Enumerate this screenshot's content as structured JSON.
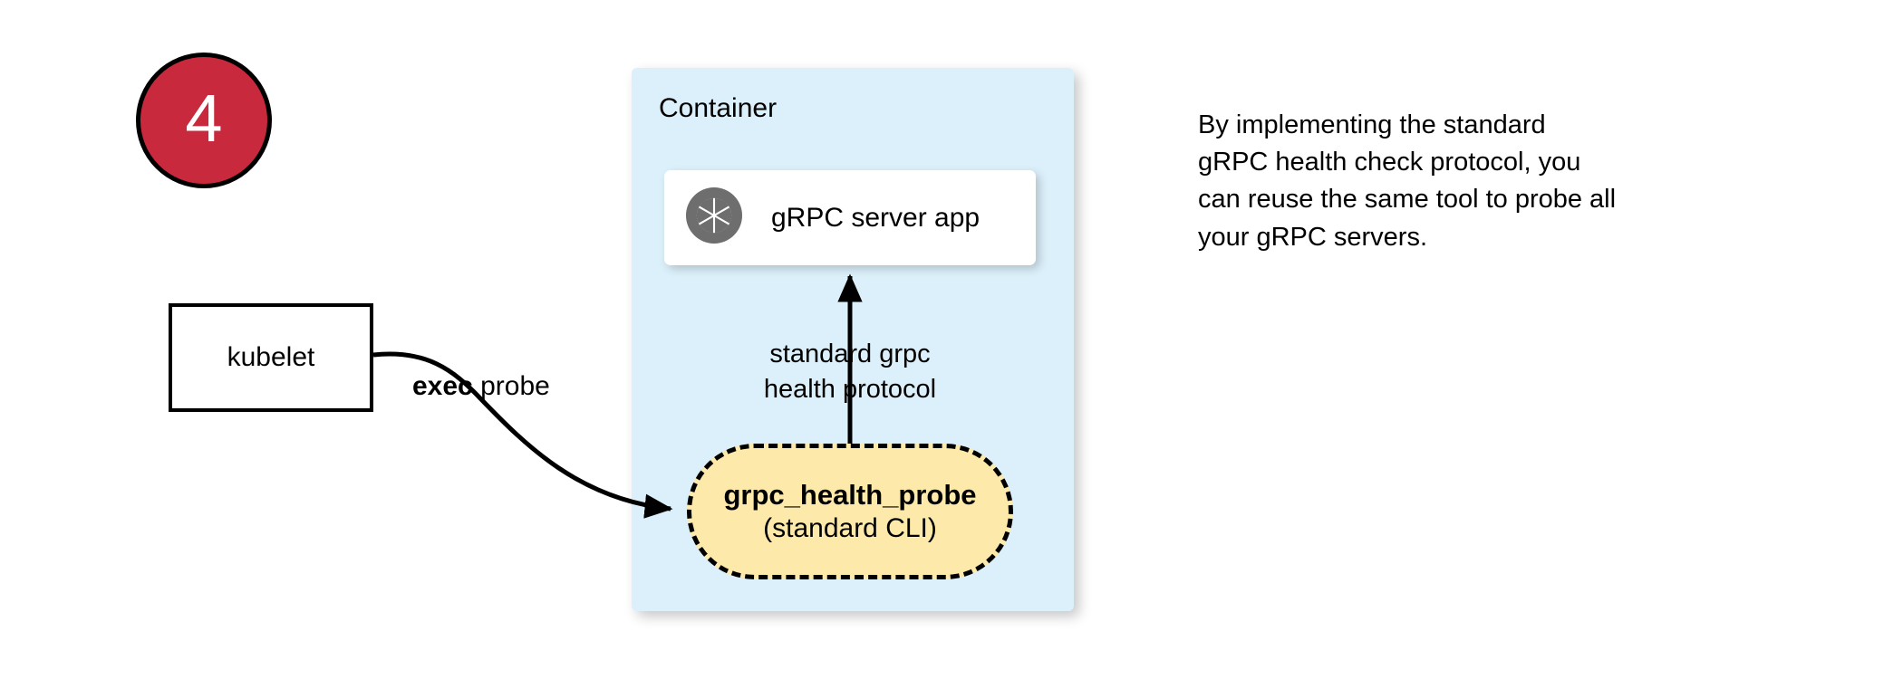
{
  "step": {
    "number": "4",
    "badge_fill": "#c8293c",
    "badge_border": "#000000",
    "number_color": "#ffffff"
  },
  "container": {
    "label": "Container",
    "fill": "#dcf0fb"
  },
  "server_card": {
    "label": "gRPC server app",
    "icon": "grpc-aperture-icon",
    "icon_color": "#6e6e6e",
    "fill": "#ffffff"
  },
  "kubelet": {
    "label": "kubelet",
    "fill": "#ffffff",
    "border": "#000000"
  },
  "exec_probe": {
    "label_strong": "exec",
    "label_rest": " probe"
  },
  "probe_box": {
    "title": "grpc_health_probe",
    "subtitle": "(standard CLI)",
    "fill": "#fde9a9",
    "border_style": "dashed",
    "border_color": "#000000"
  },
  "protocol_label": {
    "line1": "standard grpc",
    "line2": "health protocol"
  },
  "caption": {
    "line1": "By implementing the standard",
    "line2": "gRPC health check protocol, you",
    "line3": "can reuse the same tool to probe all",
    "line4": "your gRPC servers."
  },
  "connectors": {
    "exec_arrow_name": "kubelet-to-probe-arrow",
    "protocol_arrow_name": "probe-to-server-arrow",
    "stroke": "#000000"
  }
}
